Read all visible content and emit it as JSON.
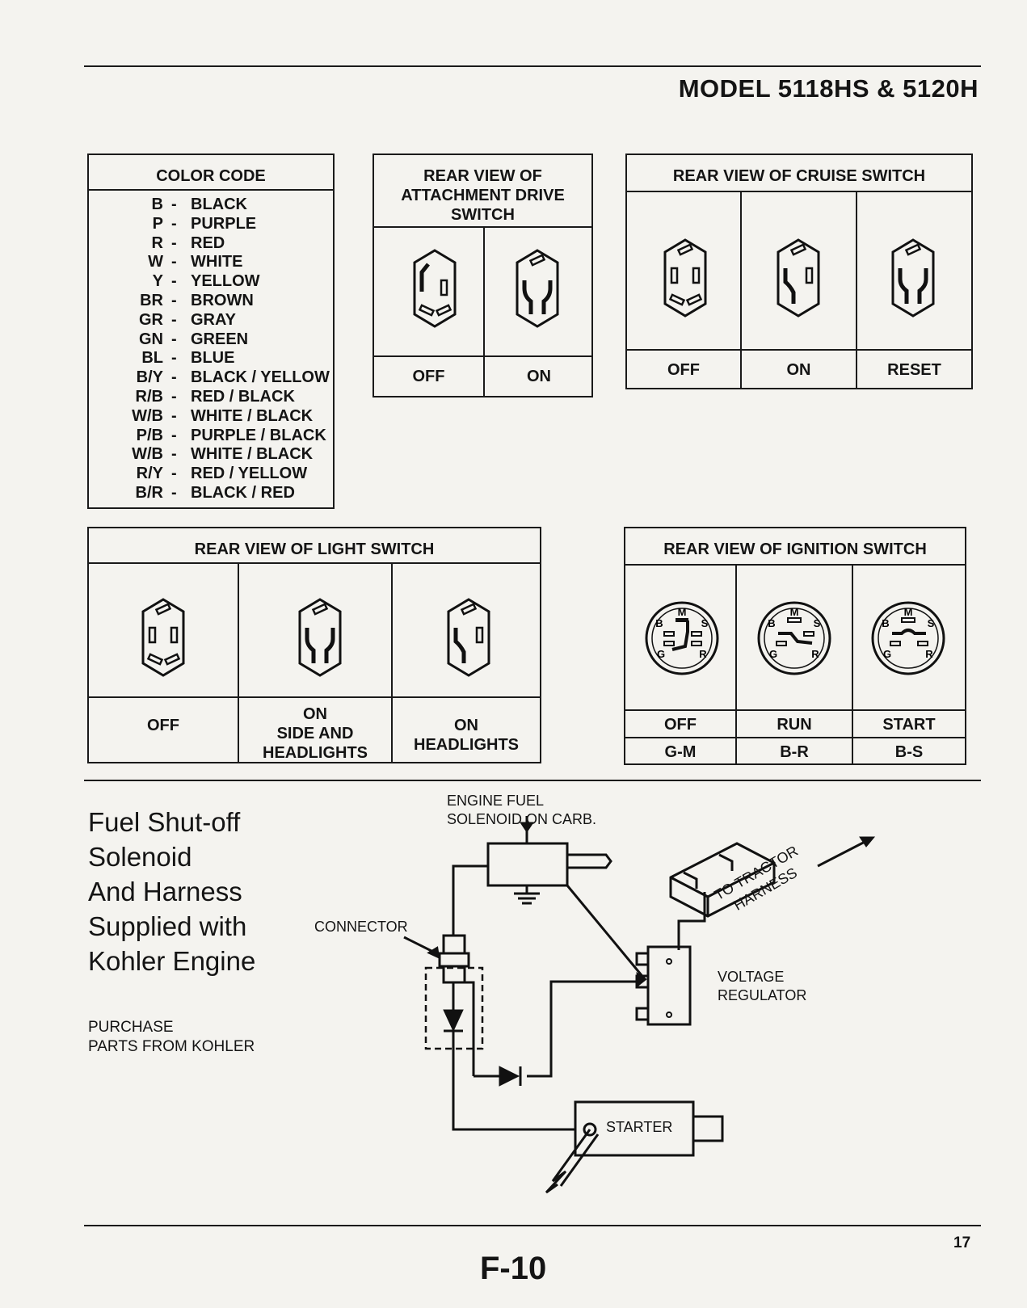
{
  "header": {
    "model": "MODEL 5118HS & 5120H"
  },
  "color_code": {
    "title": "COLOR CODE",
    "items": [
      {
        "code": "B",
        "name": "BLACK"
      },
      {
        "code": "P",
        "name": "PURPLE"
      },
      {
        "code": "R",
        "name": "RED"
      },
      {
        "code": "W",
        "name": "WHITE"
      },
      {
        "code": "Y",
        "name": "YELLOW"
      },
      {
        "code": "BR",
        "name": "BROWN"
      },
      {
        "code": "GR",
        "name": "GRAY"
      },
      {
        "code": "GN",
        "name": "GREEN"
      },
      {
        "code": "BL",
        "name": "BLUE"
      },
      {
        "code": "B/Y",
        "name": "BLACK / YELLOW"
      },
      {
        "code": "R/B",
        "name": "RED / BLACK"
      },
      {
        "code": "W/B",
        "name": "WHITE / BLACK"
      },
      {
        "code": "P/B",
        "name": "PURPLE / BLACK"
      },
      {
        "code": "W/B",
        "name": "WHITE / BLACK"
      },
      {
        "code": "R/Y",
        "name": "RED / YELLOW"
      },
      {
        "code": "B/R",
        "name": "BLACK / RED"
      }
    ]
  },
  "attachment_switch": {
    "title": "REAR VIEW OF\nATTACHMENT DRIVE\nSWITCH",
    "positions": [
      "OFF",
      "ON"
    ]
  },
  "cruise_switch": {
    "title": "REAR VIEW OF CRUISE SWITCH",
    "positions": [
      "OFF",
      "ON",
      "RESET"
    ]
  },
  "light_switch": {
    "title": "REAR VIEW OF LIGHT SWITCH",
    "positions": [
      "OFF",
      "ON\nSIDE AND\nHEADLIGHTS",
      "ON\nHEADLIGHTS"
    ]
  },
  "ignition_switch": {
    "title": "REAR VIEW OF IGNITION SWITCH",
    "terminals": [
      "M",
      "B",
      "S",
      "G",
      "R"
    ],
    "positions": [
      {
        "name": "OFF",
        "circuit": "G-M"
      },
      {
        "name": "RUN",
        "circuit": "B-R"
      },
      {
        "name": "START",
        "circuit": "B-S"
      }
    ]
  },
  "fuel_section": {
    "heading": "Fuel Shut-off\nSolenoid\nAnd Harness\nSupplied with\nKohler Engine",
    "note": "PURCHASE\nPARTS FROM KOHLER",
    "labels": {
      "solenoid": "ENGINE FUEL\nSOLENOID ON CARB.",
      "connector": "CONNECTOR",
      "harness": "TO TRACTOR\nHARNESS",
      "regulator": "VOLTAGE\nREGULATOR",
      "starter": "STARTER"
    }
  },
  "footer": {
    "code": "F-10",
    "page": "17"
  }
}
